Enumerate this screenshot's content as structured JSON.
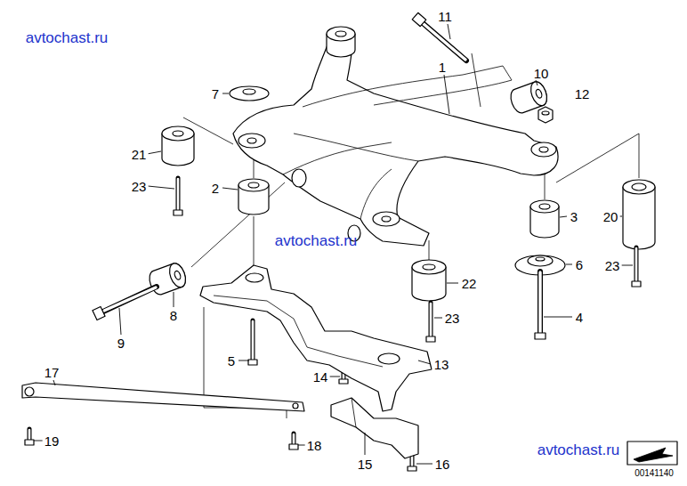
{
  "diagram": {
    "labels": [
      "avtochast.ru",
      "11",
      "1",
      "10",
      "12",
      "7",
      "21",
      "23",
      "2",
      "3",
      "20",
      "avtochast.ru",
      "6",
      "23",
      "22",
      "8",
      "23",
      "4",
      "9",
      "5",
      "13",
      "17",
      "14",
      "19",
      "18",
      "15",
      "16",
      "avtochast.ru",
      "00141140"
    ]
  }
}
